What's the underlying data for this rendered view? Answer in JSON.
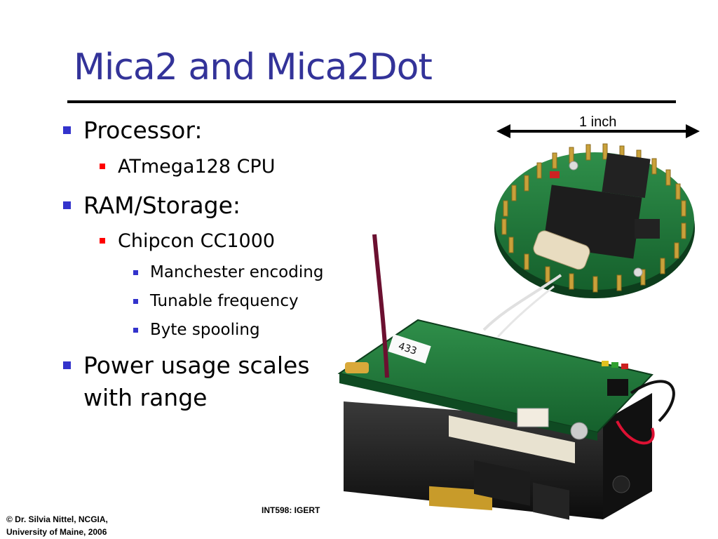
{
  "slide": {
    "title": "Mica2 and Mica2Dot",
    "bullets": {
      "processor": "Processor:",
      "cpu": "ATmega128 CPU",
      "ram": "RAM/Storage:",
      "chipcon": "Chipcon CC1000",
      "manchester": "Manchester encoding",
      "tunable": "Tunable frequency",
      "spooling": "Byte spooling",
      "power_line1": "Power usage scales",
      "power_line2": "with range"
    },
    "measure_label": "1 inch",
    "footer_left_line1": "© Dr. Silvia Nittel, NCGIA,",
    "footer_left_line2": "University of Maine, 2006",
    "footer_center": "INT598: IGERT",
    "board_label": "433"
  },
  "colors": {
    "title": "#333399",
    "bullet_main": "#3333cc",
    "bullet_sub": "#ff0000",
    "pcb_green": "#1f7a3a",
    "battery": "#1a1a1a"
  }
}
